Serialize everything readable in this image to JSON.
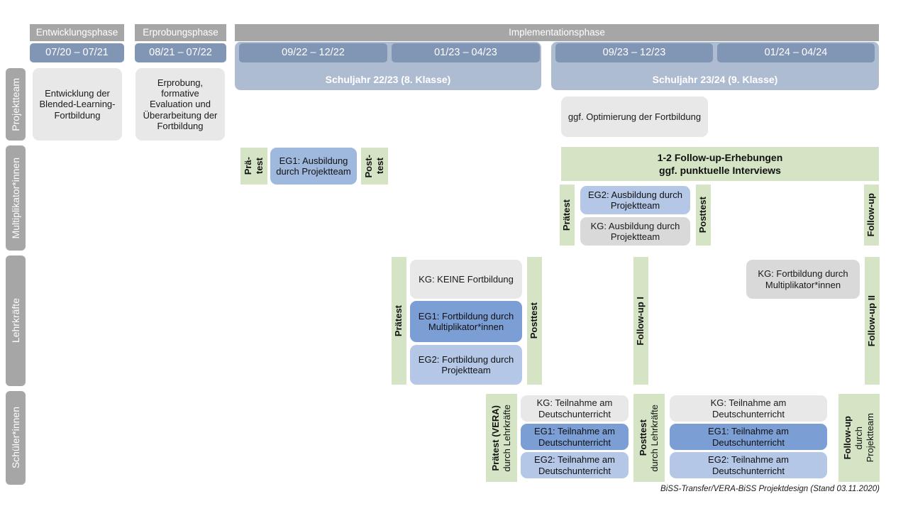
{
  "meta": {
    "footer": "BiSS-Transfer/VERA-BiSS Projektdesign (Stand 03.11.2020)"
  },
  "colors": {
    "phase_header": "#a6a6a6",
    "period_chip": "#8096b4",
    "school_year": "#aebcd2",
    "role_label": "#a6a6a6",
    "card_grey": "#e8e8e8",
    "card_grey_dark": "#d9d9d9",
    "card_blue_dark": "#7b9ed5",
    "card_blue_mid": "#9fb8dd",
    "card_blue_light": "#b4c7e7",
    "test_green": "#d4e4c4"
  },
  "phases": [
    {
      "label": "Entwicklungsphase"
    },
    {
      "label": "Erprobungsphase"
    },
    {
      "label": "Implementationsphase"
    }
  ],
  "periods": [
    {
      "label": "07/20 – 07/21"
    },
    {
      "label": "08/21 – 07/22"
    },
    {
      "label": "09/22 – 12/22"
    },
    {
      "label": "01/23 – 04/23"
    },
    {
      "label": "09/23 – 12/23"
    },
    {
      "label": "01/24 – 04/24"
    }
  ],
  "school_years": [
    {
      "label": "Schuljahr 22/23 (8. Klasse)"
    },
    {
      "label": "Schuljahr 23/24 (9. Klasse)"
    }
  ],
  "roles": [
    {
      "label": "Projektteam"
    },
    {
      "label": "Multiplikator*innen"
    },
    {
      "label": "Lehrkräfte"
    },
    {
      "label": "Schüler*innen"
    }
  ],
  "projektteam": {
    "entwicklung": "Entwicklung der Blended-Learning-Fortbildung",
    "erprobung": "Erprobung, formative Evaluation und Überarbeitung der Fortbildung",
    "optimierung": "ggf. Optimierung der Fortbildung"
  },
  "multiplikatoren": {
    "praetest_part1": "Prä-",
    "praetest_part2": "test",
    "posttest_part1": "Post-",
    "posttest_part2": "test",
    "eg1_ausbildung": "EG1: Ausbildung durch Projektteam",
    "followup_banner_line1": "1-2 Follow-up-Erhebungen",
    "followup_banner_line2": "ggf. punktuelle Interviews",
    "praetest2": "Prätest",
    "posttest2": "Posttest",
    "followup": "Follow-up",
    "eg2_ausbildung": "EG2: Ausbildung durch Projektteam",
    "kg_ausbildung": "KG: Ausbildung durch Projektteam"
  },
  "lehrkraefte": {
    "praetest": "Prätest",
    "posttest": "Posttest",
    "followup1": "Follow-up I",
    "followup2": "Follow-up II",
    "kg_keine": "KG:  KEINE Fortbildung",
    "eg1": "EG1: Fortbildung durch Multiplikator*innen",
    "eg2": "EG2: Fortbildung durch Projektteam",
    "kg_spaeter": "KG: Fortbildung durch Multiplikator*innen"
  },
  "schueler": {
    "praetest_main": "Prätest (VERA)",
    "praetest_sub": "durch Lehrkräfte",
    "posttest_main": "Posttest",
    "posttest_sub": "durch Lehrkräfte",
    "followup_main": "Follow-up",
    "followup_sub1": "durch",
    "followup_sub2": "Projektteam",
    "kg_left": "KG: Teilnahme am Deutschunterricht",
    "eg1_left": "EG1: Teilnahme am Deutschunterricht",
    "eg2_left": "EG2: Teilnahme am Deutschunterricht",
    "kg_right": "KG: Teilnahme am Deutschunterricht",
    "eg1_right": "EG1: Teilnahme am Deutschunterricht",
    "eg2_right": "EG2: Teilnahme am Deutschunterricht"
  }
}
